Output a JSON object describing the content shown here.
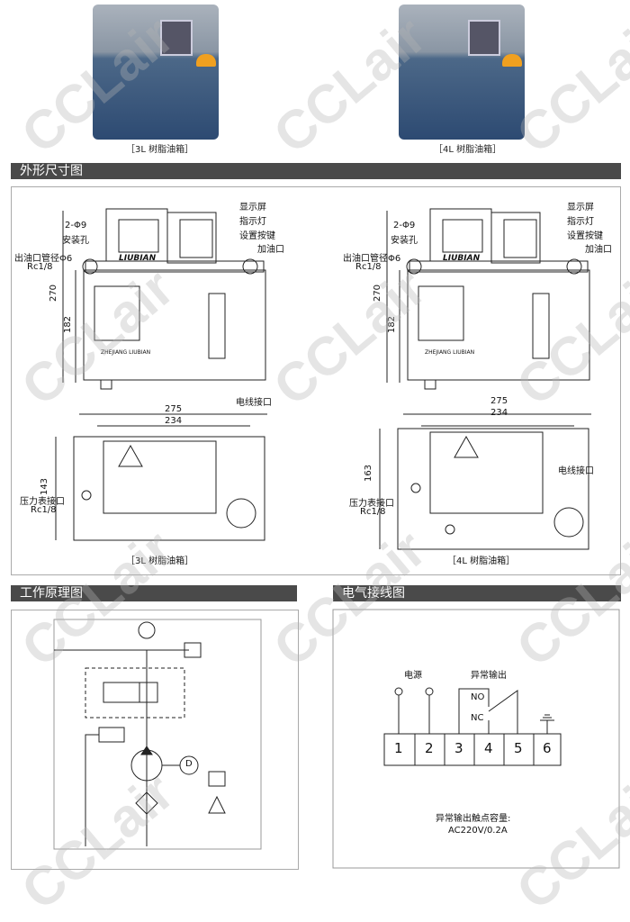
{
  "products": [
    {
      "caption": "［3L 树脂油箱］"
    },
    {
      "caption": "［4L 树脂油箱］"
    }
  ],
  "sections": {
    "dimensions": "外形尺寸图",
    "principle": "工作原理图",
    "wiring": "电气接线图"
  },
  "dim_labels": {
    "display": "显示屏",
    "indicator": "指示灯",
    "keys": "设置按键",
    "fill_port": "加油口",
    "mount_holes": "2-Φ9",
    "mount_holes_label": "安装孔",
    "outlet": "出油口管径Φ6",
    "outlet_thread": "Rc1/8",
    "brand": "LIUBIAN",
    "maker": "ZHEJIANG LIUBIAN",
    "h_total": "270",
    "h_tank": "182",
    "w_total": "275",
    "w_inner": "234",
    "wire_port": "电线接口",
    "gauge_port": "压力表接口",
    "gauge_thread": "Rc1/8",
    "depth_3l": "143",
    "depth_4l": "163",
    "caption_3l": "［3L 树脂油箱］",
    "caption_4l": "［4L 树脂油箱］"
  },
  "wiring": {
    "power": "电源",
    "alarm": "异常输出",
    "no": "NO",
    "nc": "NC",
    "terminals": [
      "1",
      "2",
      "3",
      "4",
      "5",
      "6"
    ],
    "capacity_label": "异常输出触点容量:",
    "capacity_value": "AC220V/0.2A"
  },
  "principle": {
    "motor": "D"
  },
  "watermark": "CCLair"
}
